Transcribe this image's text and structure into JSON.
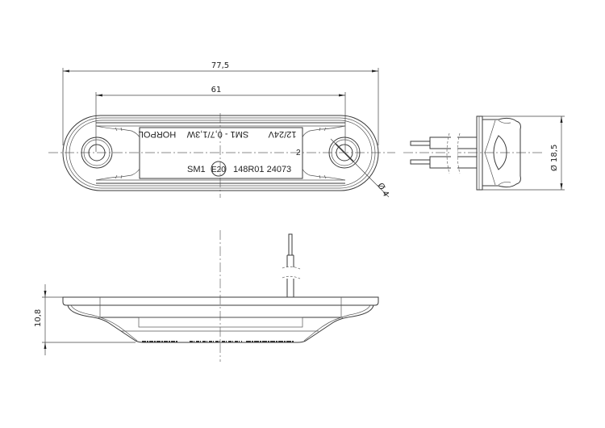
{
  "drawing": {
    "title": "Marker lamp technical drawing",
    "views": [
      "top-view",
      "end-view",
      "side-view"
    ]
  },
  "dimensions": {
    "overall_length": "77,5",
    "hole_spacing": "61",
    "hole_diameter": "Ø 4",
    "width_diameter": "Ø 18,5",
    "height": "10,8"
  },
  "markings": {
    "brand": "HORPOL",
    "model_power": "SM1 - 0,7/1,3W",
    "voltage": "12/24V",
    "approval_prefix": "SM1",
    "approval_circle": "E20",
    "approval_number": "148R01 24073",
    "label_2": "2"
  }
}
